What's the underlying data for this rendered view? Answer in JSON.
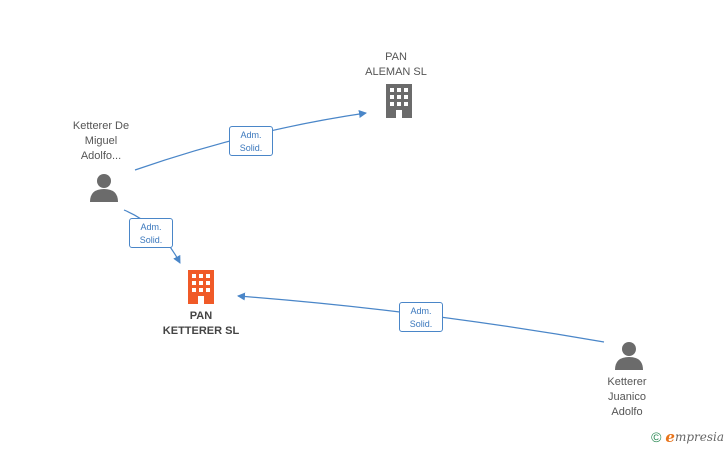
{
  "nodes": {
    "pan_aleman": {
      "lines": [
        "PAN",
        "ALEMAN SL"
      ],
      "icon": "building-icon",
      "color": "#6b6b6b"
    },
    "ketterer_miguel": {
      "lines": [
        "Ketterer De",
        "Miguel",
        "Adolfo..."
      ],
      "icon": "person-icon",
      "color": "#6b6b6b"
    },
    "pan_ketterer": {
      "lines": [
        "PAN",
        "KETTERER SL"
      ],
      "icon": "building-icon",
      "color": "#f05a28"
    },
    "ketterer_juanico": {
      "lines": [
        "Ketterer",
        "Juanico",
        "Adolfo"
      ],
      "icon": "person-icon",
      "color": "#6b6b6b"
    }
  },
  "edges": [
    {
      "from": "ketterer_miguel",
      "to": "pan_aleman",
      "label": [
        "Adm.",
        "Solid."
      ]
    },
    {
      "from": "ketterer_miguel",
      "to": "pan_ketterer",
      "label": [
        "Adm.",
        "Solid."
      ]
    },
    {
      "from": "ketterer_juanico",
      "to": "pan_ketterer",
      "label": [
        "Adm.",
        "Solid."
      ]
    }
  ],
  "edge_color": "#4a86c8",
  "footer": {
    "copyright": "©",
    "brand_first": "e",
    "brand_rest": "mpresia"
  }
}
